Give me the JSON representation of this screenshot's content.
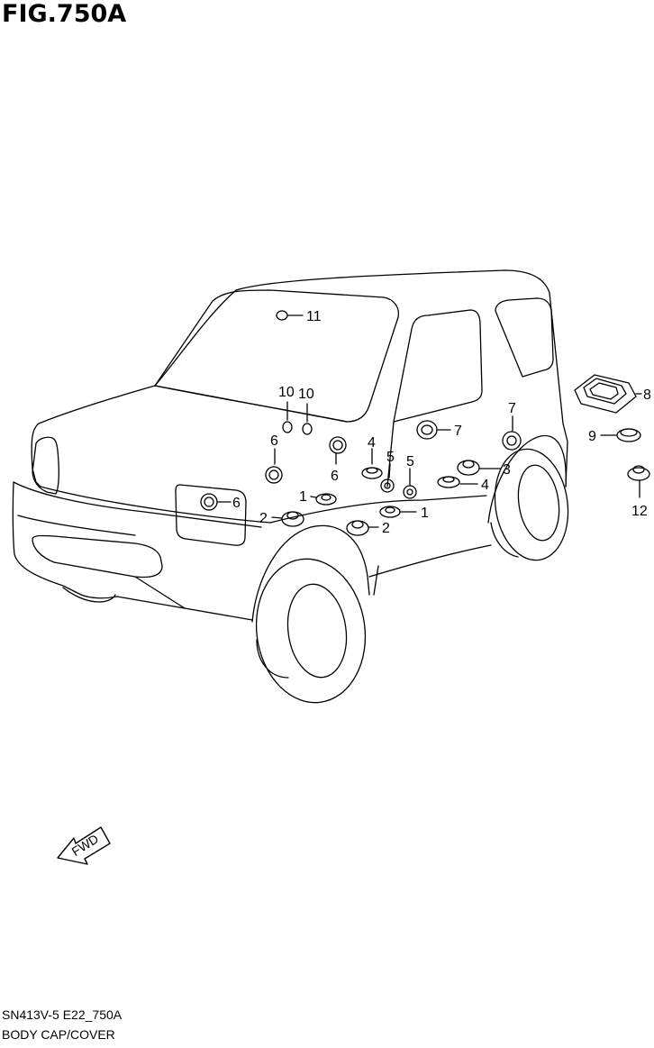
{
  "figure_title": "FIG.750A",
  "footer": {
    "code": "SN413V-5 E22_750A",
    "name": "BODY CAP/COVER"
  },
  "fwd_label": "FWD",
  "callouts": {
    "c1a": "1",
    "c1b": "1",
    "c2a": "2",
    "c2b": "2",
    "c3": "3",
    "c4a": "4",
    "c4b": "4",
    "c5a": "5",
    "c5b": "5",
    "c6a": "6",
    "c6b": "6",
    "c6c": "6",
    "c7a": "7",
    "c7b": "7",
    "c8": "8",
    "c9": "9",
    "c10a": "10",
    "c10b": "10",
    "c11": "11",
    "c12": "12"
  }
}
